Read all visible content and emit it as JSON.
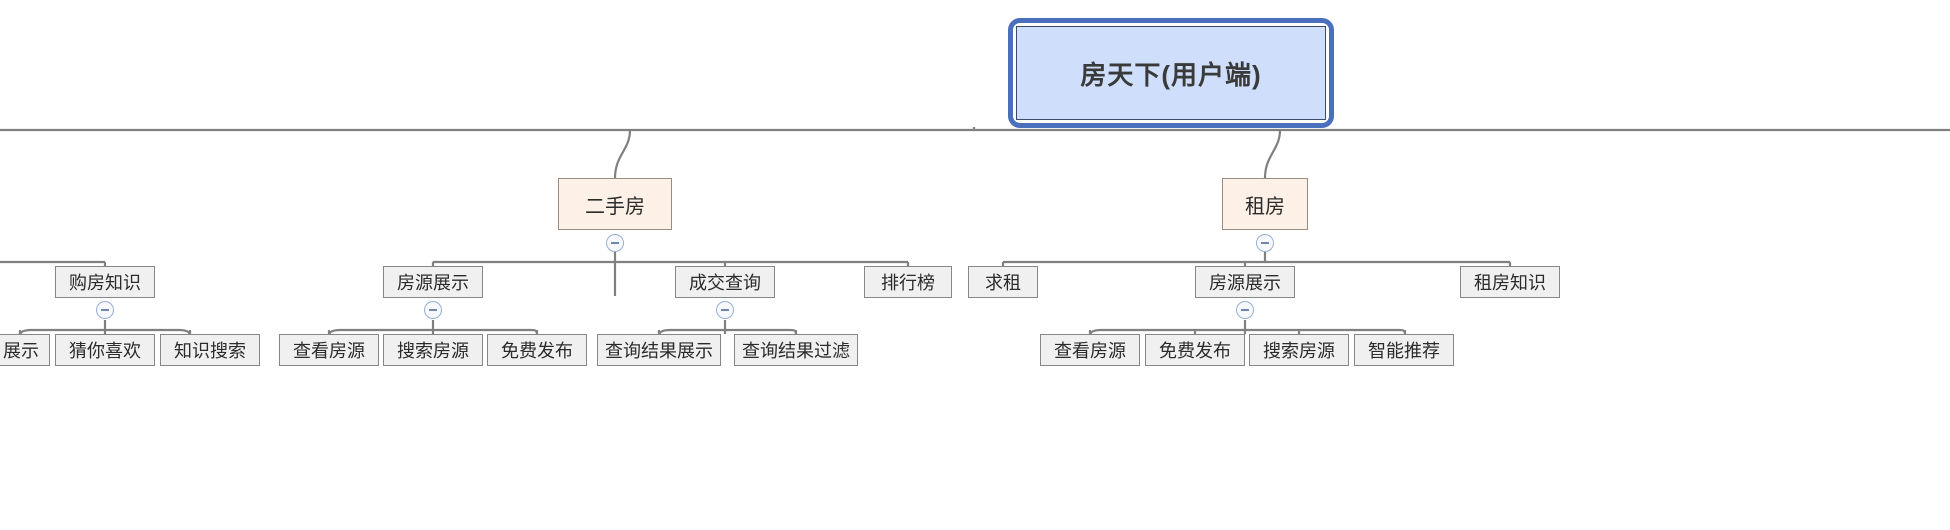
{
  "diagram": {
    "title": "房天下(用户端)",
    "type": "mindmap-tree",
    "orientation": "top-down",
    "colors": {
      "root_fill": "#cfdffb",
      "root_border": "#3c4a6b",
      "selection_ring": "#4a6fbd",
      "level2_fill": "#fdf1e7",
      "level2_border": "#9b8b80",
      "node_fill": "#f0f0f0",
      "node_border": "#878787",
      "edge": "#808080",
      "toggle_border": "#97afd4",
      "toggle_fill": "#f7f9fe",
      "background": "#ffffff"
    },
    "toggle_state": "expanded",
    "toggle_glyph": "minus"
  },
  "nodes": {
    "root": {
      "label": "房天下(用户端)"
    },
    "l2": [
      {
        "id": "ershoufang",
        "label": "二手房"
      },
      {
        "id": "zufang",
        "label": "租房"
      }
    ],
    "l3": [
      {
        "id": "goufangzhishi",
        "label": "购房知识",
        "parent": "hidden-left",
        "collapsible": true
      },
      {
        "id": "fangyuan-esf",
        "label": "房源展示",
        "parent": "ershoufang",
        "collapsible": true
      },
      {
        "id": "chengjiaochaxun",
        "label": "成交查询",
        "parent": "ershoufang",
        "collapsible": true
      },
      {
        "id": "paihangbang",
        "label": "排行榜",
        "parent": "ershoufang",
        "collapsible": false
      },
      {
        "id": "qiuzu",
        "label": "求租",
        "parent": "zufang",
        "collapsible": false
      },
      {
        "id": "fangyuan-zf",
        "label": "房源展示",
        "parent": "zufang",
        "collapsible": true
      },
      {
        "id": "zufangzhishi",
        "label": "租房知识",
        "parent": "zufang",
        "collapsible": false
      }
    ],
    "leaves": [
      {
        "id": "zhanshi",
        "label": "展示",
        "parent": "goufangzhishi",
        "clipped": true
      },
      {
        "id": "caiNiXihuan",
        "label": "猜你喜欢",
        "parent": "goufangzhishi"
      },
      {
        "id": "zhishisousuo",
        "label": "知识搜索",
        "parent": "goufangzhishi"
      },
      {
        "id": "chakanfangyuan-esf",
        "label": "查看房源",
        "parent": "fangyuan-esf"
      },
      {
        "id": "sousuofangyuan-esf",
        "label": "搜索房源",
        "parent": "fangyuan-esf"
      },
      {
        "id": "mianfeifabu-esf",
        "label": "免费发布",
        "parent": "fangyuan-esf"
      },
      {
        "id": "chaxunjieguozhanshi",
        "label": "查询结果展示",
        "parent": "chengjiaochaxun"
      },
      {
        "id": "chaxunjieguoguolv",
        "label": "查询结果过滤",
        "parent": "chengjiaochaxun"
      },
      {
        "id": "chakanfangyuan-zf",
        "label": "查看房源",
        "parent": "fangyuan-zf"
      },
      {
        "id": "mianfeifabu-zf",
        "label": "免费发布",
        "parent": "fangyuan-zf"
      },
      {
        "id": "sousuofangyuan-zf",
        "label": "搜索房源",
        "parent": "fangyuan-zf"
      },
      {
        "id": "zhinengtuijian",
        "label": "智能推荐",
        "parent": "fangyuan-zf"
      }
    ]
  }
}
